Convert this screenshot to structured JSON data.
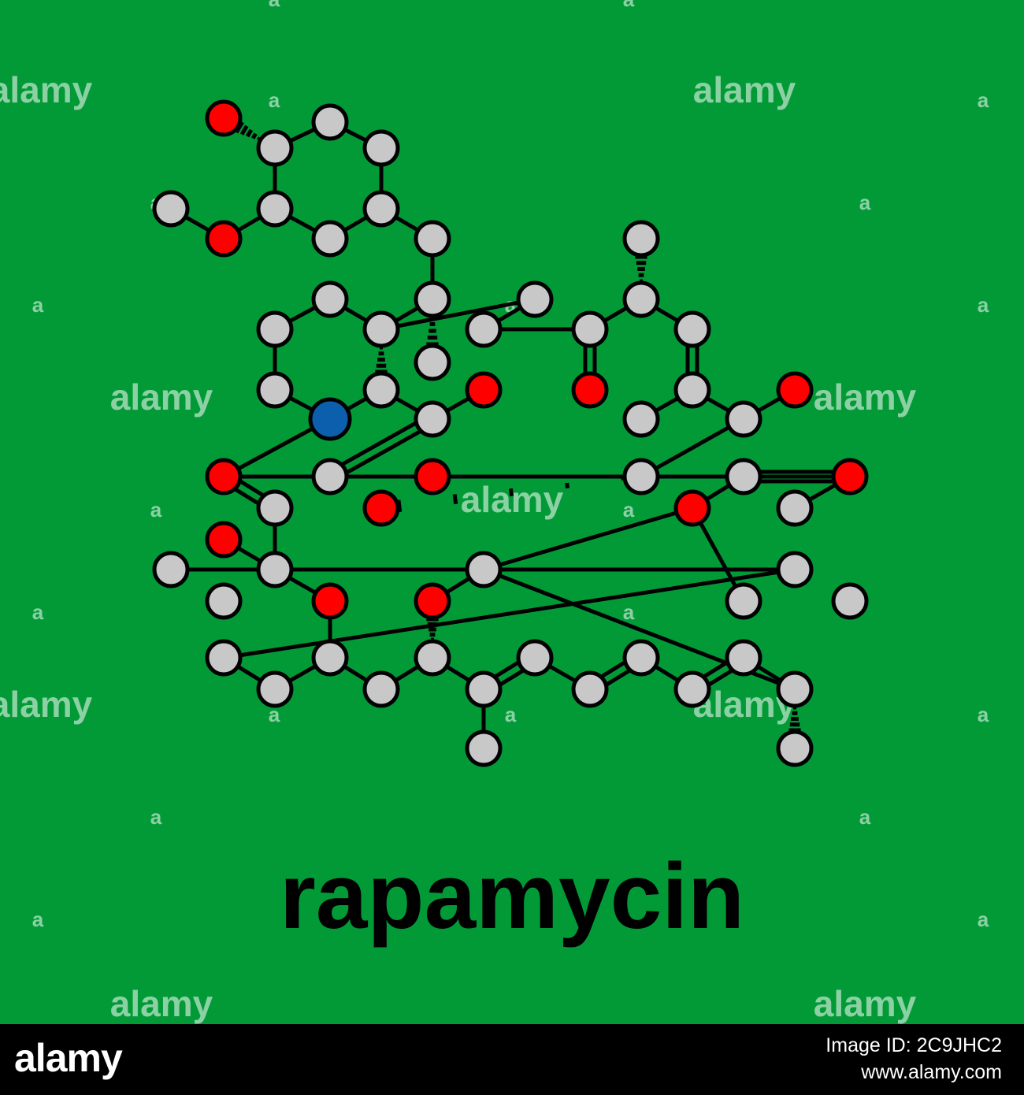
{
  "title": "rapamycin",
  "colors": {
    "background": "#029a37",
    "carbon": "#c8c8c8",
    "oxygen": "#ff0000",
    "nitrogen": "#0b5fad",
    "bond": "#000000",
    "watermark": "#ffffff"
  },
  "watermark": {
    "word": "alamy",
    "mark": "a"
  },
  "footer": {
    "logo": "alamy",
    "image_id": "Image ID: 2C9JHC2",
    "site": "www.alamy.com"
  }
}
